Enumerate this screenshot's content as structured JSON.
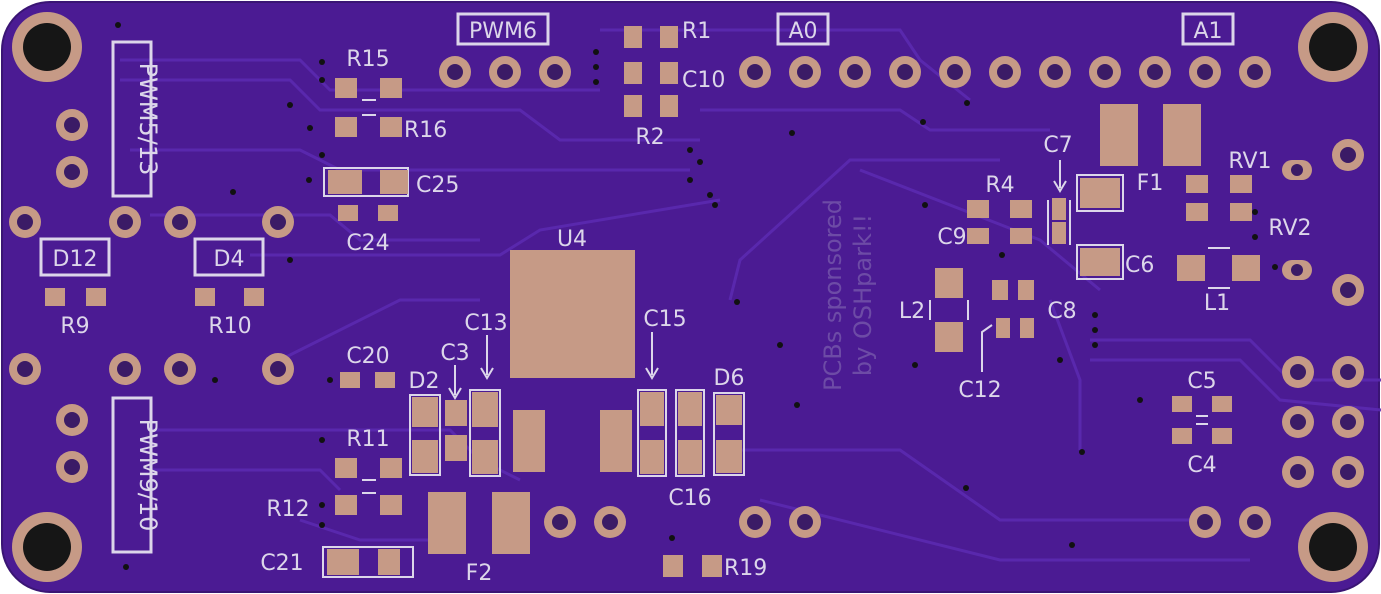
{
  "board": {
    "color": "#4b1b93",
    "edge_color": "#3a1574",
    "silk_color": "#dcd6ea",
    "copper_color": "#c69a86"
  },
  "header_labels": {
    "pwm6": "PWM6",
    "a0": "A0",
    "a1": "A1",
    "pwm5_13": "PWM5/13",
    "pwm9_10": "PWM9/10",
    "d12": "D12",
    "d4": "D4"
  },
  "refdes": {
    "r1": "R1",
    "r2": "R2",
    "c10": "C10",
    "r15": "R15",
    "r16": "R16",
    "c25": "C25",
    "c24": "C24",
    "u4": "U4",
    "c13": "C13",
    "c3": "C3",
    "d2": "D2",
    "c15": "C15",
    "d6": "D6",
    "c16": "C16",
    "c20": "C20",
    "r11": "R11",
    "r12": "R12",
    "c21": "C21",
    "f2": "F2",
    "r19": "R19",
    "r9": "R9",
    "r10": "R10",
    "c7": "C7",
    "r4": "R4",
    "c9": "C9",
    "c6": "C6",
    "f1": "F1",
    "rv1": "RV1",
    "rv2": "RV2",
    "l1": "L1",
    "l2": "L2",
    "c8": "C8",
    "c12": "C12",
    "c5": "C5",
    "c4": "C4"
  },
  "sponsor": {
    "line1": "PCBs sponsored",
    "line2": "by OSHpark!!"
  }
}
